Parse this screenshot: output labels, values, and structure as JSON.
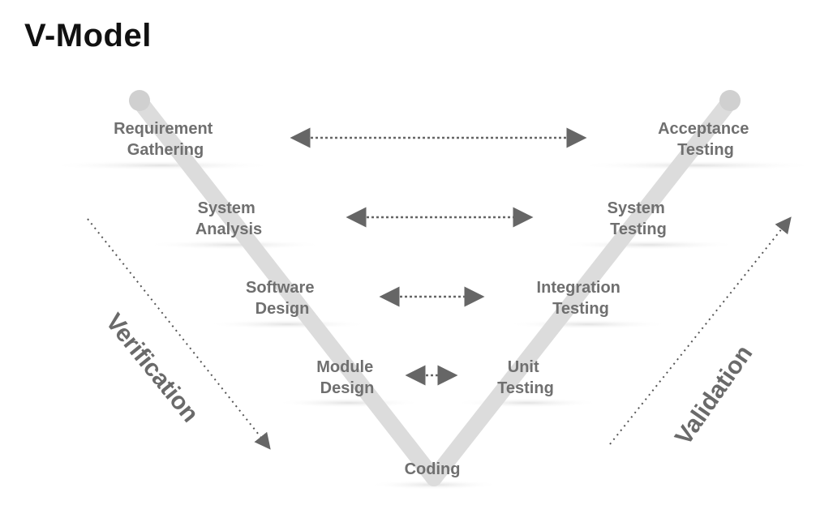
{
  "title": "V-Model",
  "colors": {
    "title": "#111111",
    "v_stroke": "#dcdcdc",
    "label": "#6f6f6f",
    "arrow": "#666666"
  },
  "verification": {
    "label": "Verification",
    "stages": [
      {
        "line1": "Requirement",
        "line2": "Gathering"
      },
      {
        "line1": "System",
        "line2": "Analysis"
      },
      {
        "line1": "Software",
        "line2": "Design"
      },
      {
        "line1": "Module",
        "line2": "Design"
      }
    ]
  },
  "validation": {
    "label": "Validation",
    "stages": [
      {
        "line1": "Acceptance",
        "line2": "Testing"
      },
      {
        "line1": "System",
        "line2": "Testing"
      },
      {
        "line1": "Integration",
        "line2": "Testing"
      },
      {
        "line1": "Unit",
        "line2": "Testing"
      }
    ]
  },
  "bottom": {
    "label": "Coding"
  }
}
